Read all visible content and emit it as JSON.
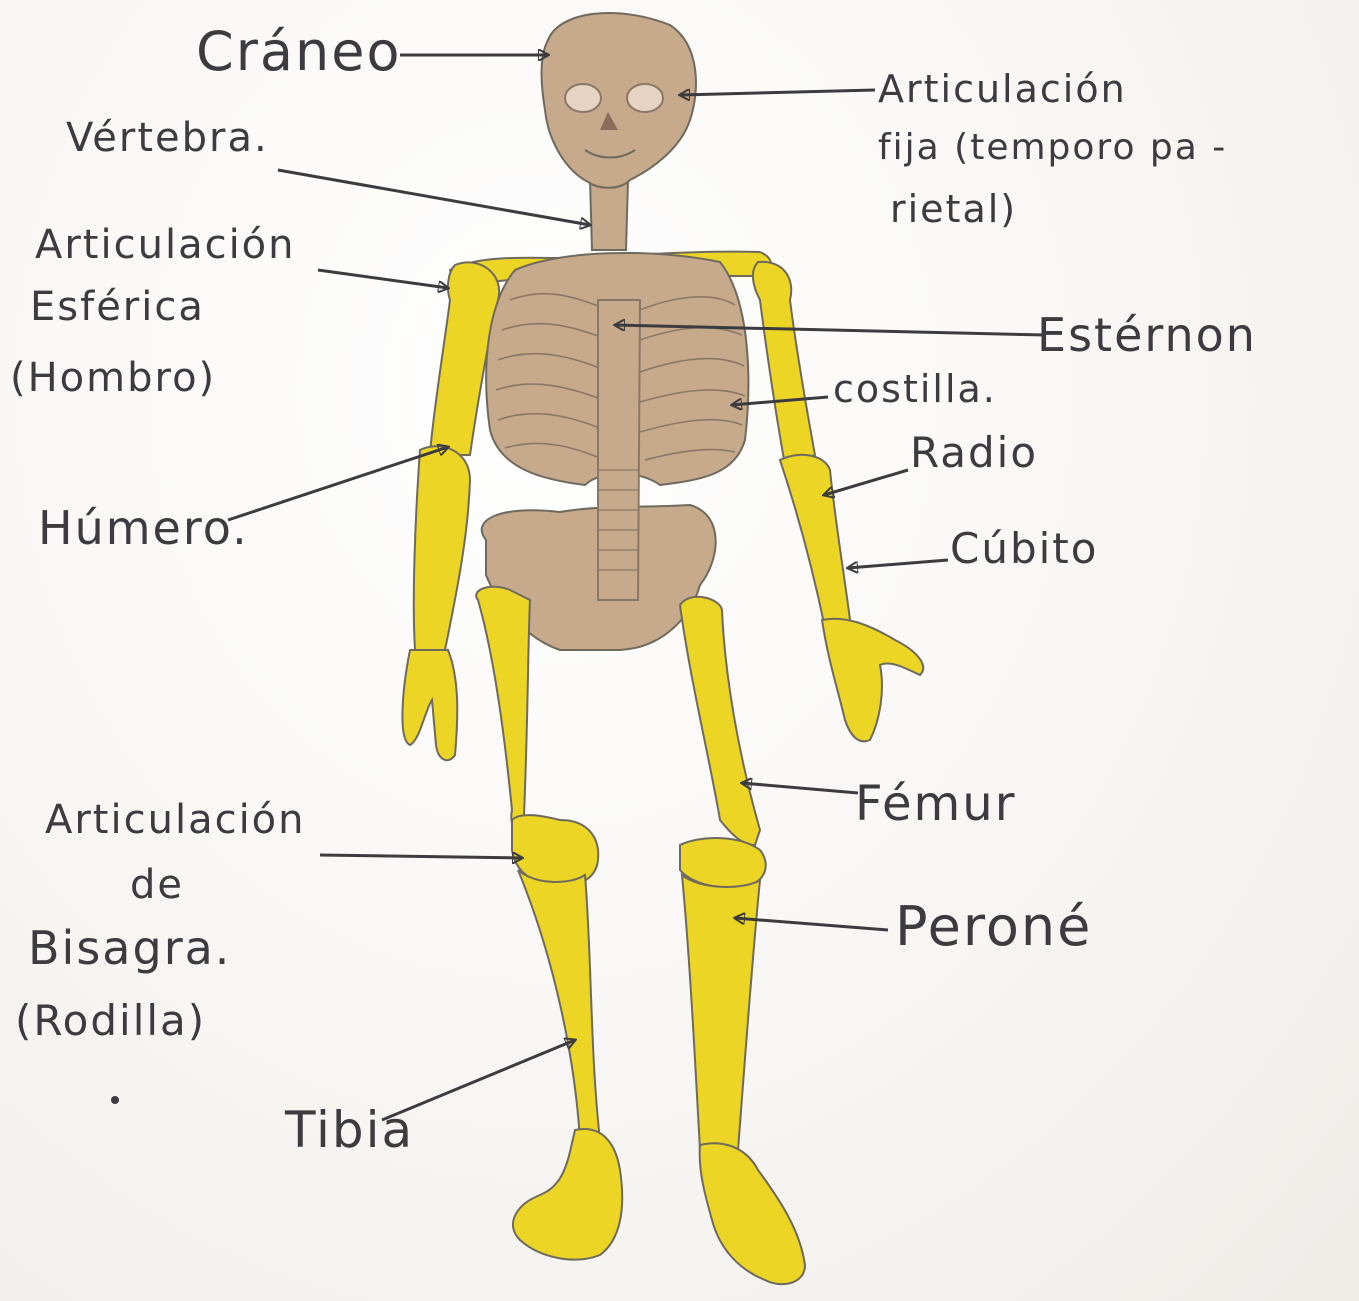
{
  "labels": {
    "craneo": "Cráneo",
    "articulacion_fija_1": "Articulación",
    "articulacion_fija_2": "fija (temporo pa -",
    "articulacion_fija_3": "rietal)",
    "vertebra": "Vértebra.",
    "articulacion_esferica_1": "Articulación",
    "articulacion_esferica_2": "Esférica",
    "articulacion_esferica_3": "(Hombro)",
    "esternon": "Estérnon",
    "costilla": "costilla.",
    "radio": "Radio",
    "humero": "Húmero.",
    "cubito": "Cúbito",
    "femur": "Fémur",
    "articulacion_bisagra_1": "Articulación",
    "articulacion_bisagra_2": "de",
    "articulacion_bisagra_3": "Bisagra.",
    "articulacion_bisagra_4": "(Rodilla)",
    "perone": "Peroné",
    "tibia": "Tibia"
  },
  "colors": {
    "bone_limbs": "#ecd524",
    "bone_torso": "#c7a98c",
    "outline": "#6f6a5e",
    "ink": "#3c3b40"
  }
}
